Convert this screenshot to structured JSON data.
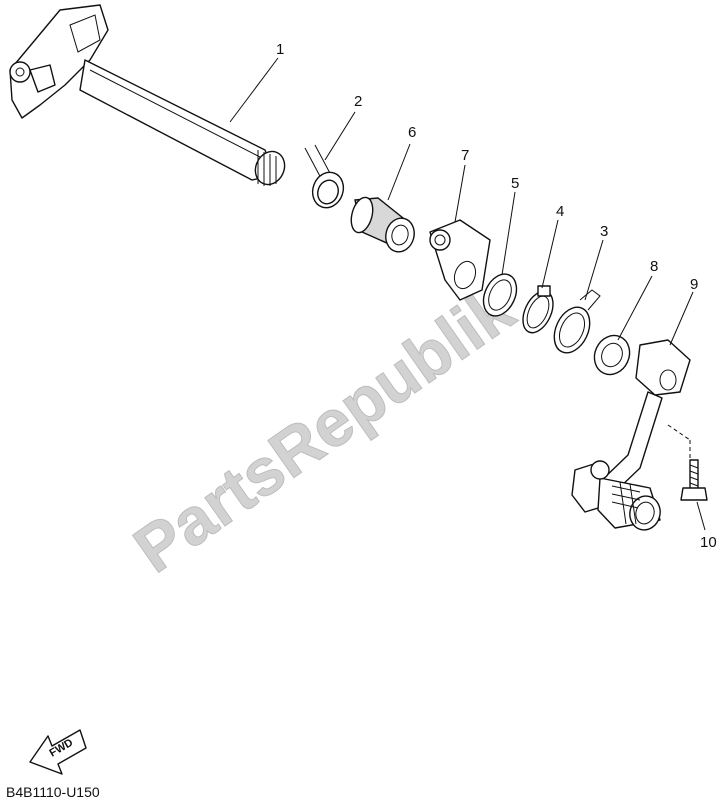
{
  "watermark": "PartsRepublik",
  "diagram_code": "B4B1110-U150",
  "fwd_label": "FWD",
  "callouts": {
    "c1": "1",
    "c2": "2",
    "c3": "3",
    "c4": "4",
    "c5": "5",
    "c6": "6",
    "c7": "7",
    "c8": "8",
    "c9": "9",
    "c10": "10"
  }
}
